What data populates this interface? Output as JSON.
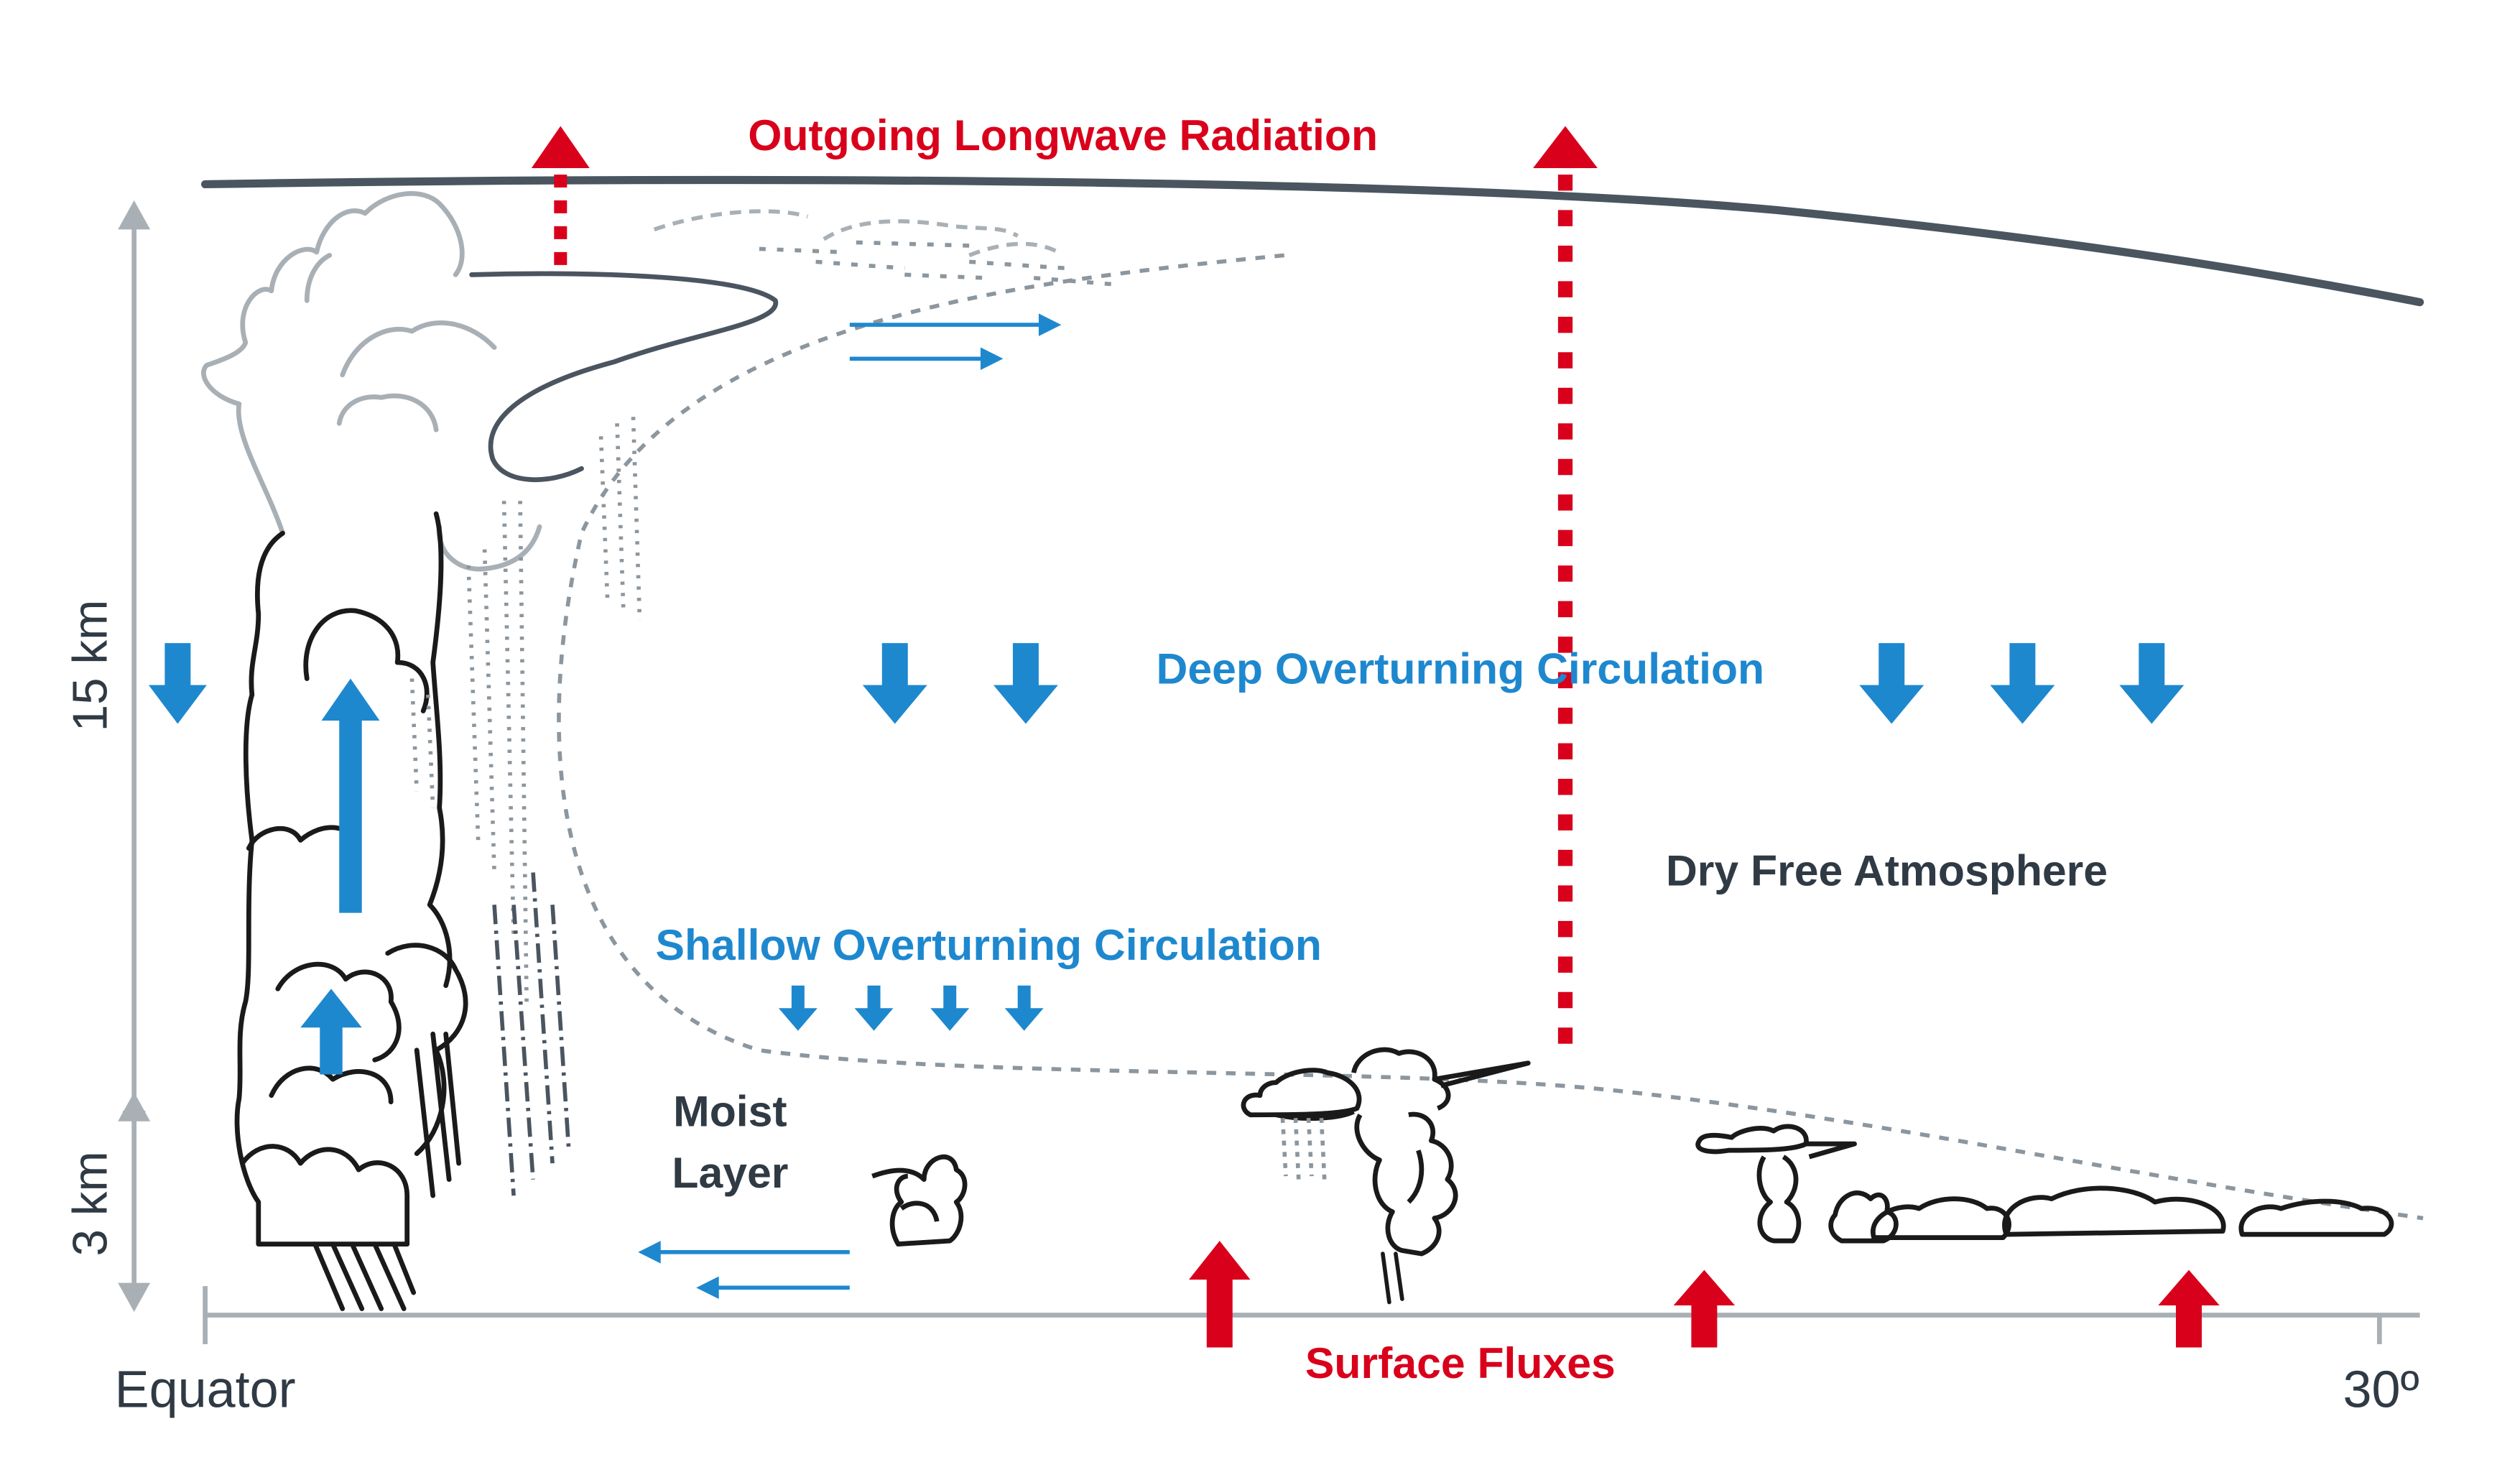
{
  "labels": {
    "outgoing_radiation": "Outgoing Longwave Radiation",
    "deep_circulation": "Deep Overturning Circulation",
    "shallow_circulation": "Shallow Overturning Circulation",
    "dry_atmosphere": "Dry Free Atmosphere",
    "moist_layer_line1": "Moist",
    "moist_layer_line2": "Layer",
    "surface_fluxes": "Surface Fluxes"
  },
  "axis": {
    "height_upper": "15 km",
    "height_lower": "3 km",
    "x_left": "Equator",
    "x_right": "30º"
  },
  "colors": {
    "radiation_red": "#d9001b",
    "circulation_blue": "#1e88cf",
    "tropopause_gray": "#4a5560",
    "cloud_black": "#1a1a1a",
    "axis_gray": "#a9b0b5",
    "label_dark": "#2f3a44"
  }
}
